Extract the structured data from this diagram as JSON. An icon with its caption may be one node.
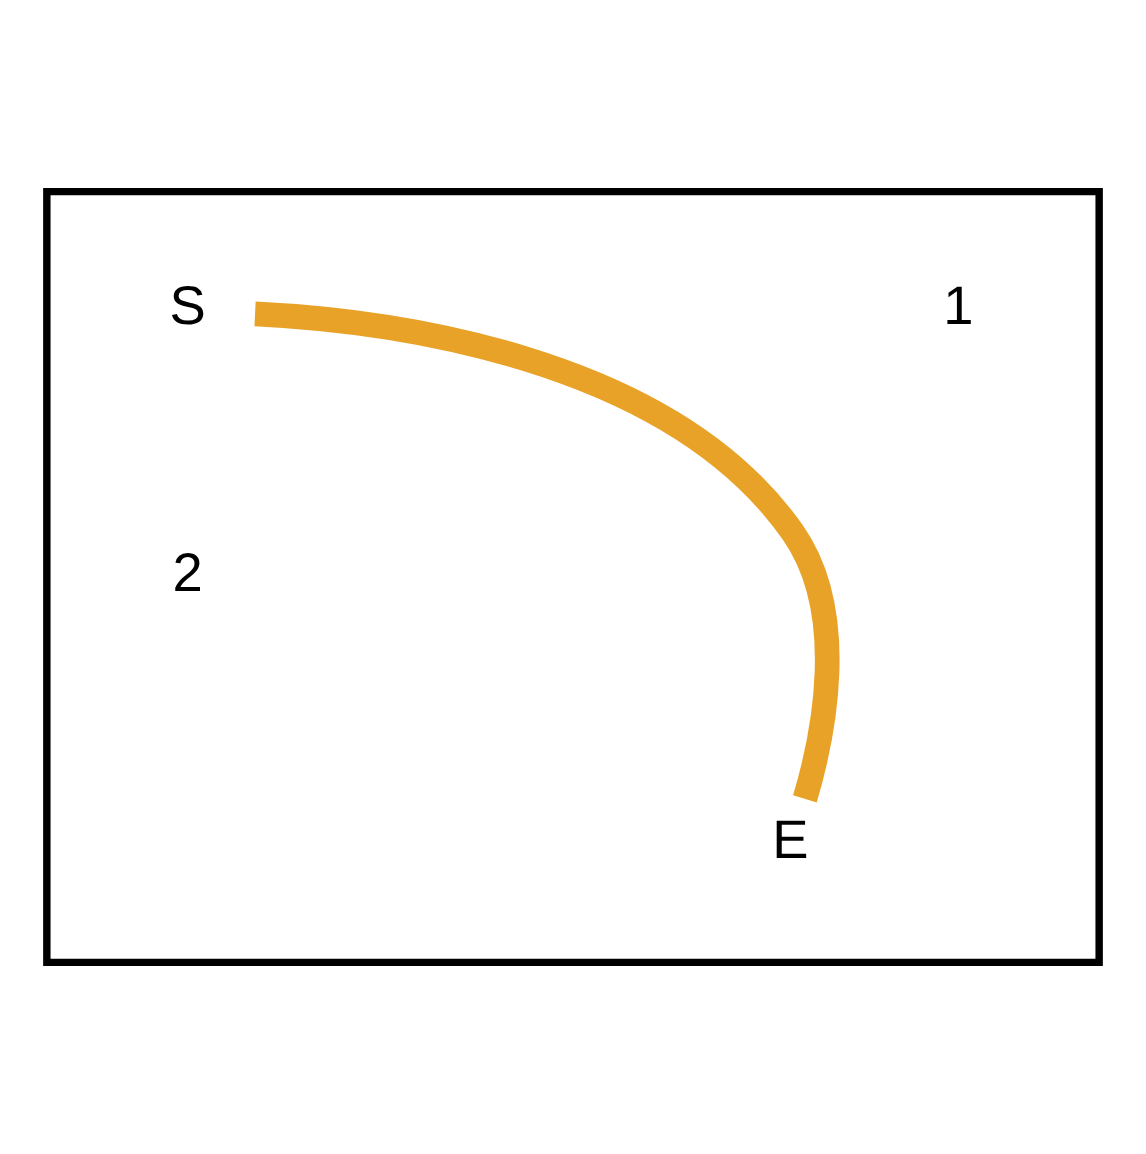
{
  "diagram": {
    "nodes": [
      {
        "text": [],
        "shape": "box"
      },
      {
        "text": [
          "S"
        ],
        "in": 0
      },
      {
        "text": [
          "E"
        ],
        "in": 0
      }
    ],
    "edges": [
      {
        "from": 1,
        "to": 2,
        "arrow": "none",
        "color": "#e8a228"
      }
    ],
    "labels": [
      "1",
      "2"
    ]
  }
}
